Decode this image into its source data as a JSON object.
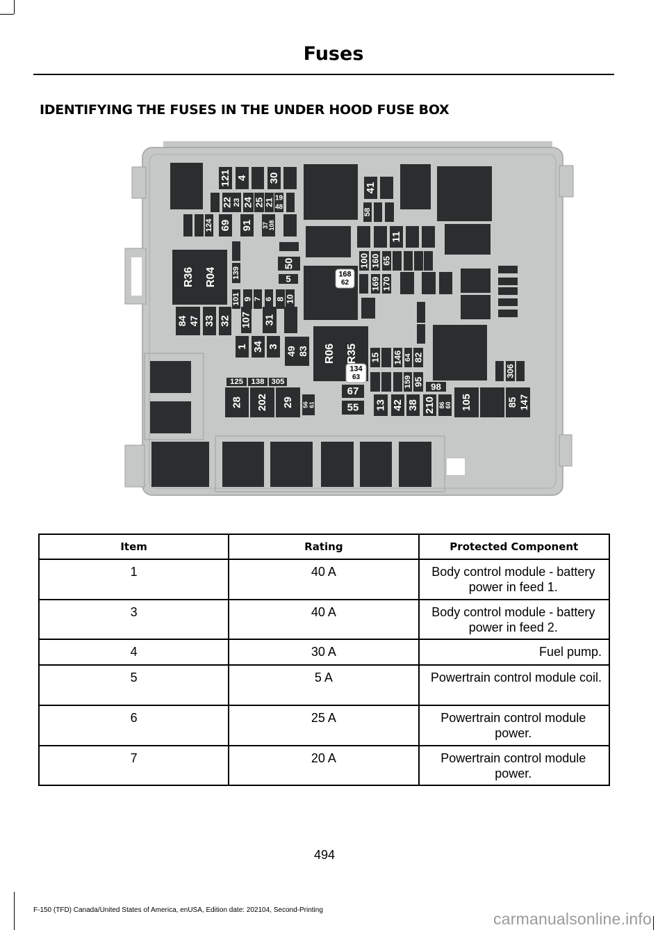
{
  "header": {
    "section_title": "Fuses"
  },
  "heading": "IDENTIFYING THE FUSES IN THE UNDER HOOD FUSE BOX",
  "diagram": {
    "fuse_labels": [
      "121",
      "4",
      "30",
      "22",
      "23",
      "24",
      "25",
      "21",
      "19 48",
      "124",
      "69",
      "91",
      "37 108",
      "139",
      "50",
      "5",
      "R36 R04",
      "101",
      "9",
      "7",
      "6",
      "8",
      "10",
      "168 62",
      "41",
      "58",
      "11",
      "100",
      "160",
      "65",
      "169",
      "170",
      "84 47",
      "33",
      "32",
      "107",
      "31",
      "1",
      "34",
      "3",
      "49 83",
      "R06 R35",
      "134 63",
      "15",
      "146",
      "64",
      "82",
      "159",
      "95",
      "98",
      "306",
      "125",
      "138",
      "305",
      "28",
      "202",
      "29",
      "56 61",
      "67",
      "55",
      "13",
      "42",
      "38",
      "210",
      "86 60",
      "105",
      "85 147"
    ],
    "colors": {
      "housing": "#c5c8c6",
      "fuse": "#2b2e2e",
      "label": "#ffffff"
    }
  },
  "table": {
    "headers": [
      "Item",
      "Rating",
      "Protected Component"
    ],
    "rows": [
      {
        "item": "1",
        "rating": "40 A",
        "component": "Body control module - battery power in feed 1."
      },
      {
        "item": "3",
        "rating": "40 A",
        "component": "Body control module - battery power in feed 2."
      },
      {
        "item": "4",
        "rating": "30 A",
        "component": "Fuel pump."
      },
      {
        "item": "5",
        "rating": "5 A",
        "component": "Powertrain control module coil."
      },
      {
        "item": "6",
        "rating": "25 A",
        "component": "Powertrain control module power."
      },
      {
        "item": "7",
        "rating": "20 A",
        "component": "Powertrain control module power."
      }
    ]
  },
  "page_number": "494",
  "footer": "F-150 (TFD) Canada/United States of America, enUSA, Edition date: 202104, Second-Printing",
  "watermark": "carmanualsonline.info"
}
